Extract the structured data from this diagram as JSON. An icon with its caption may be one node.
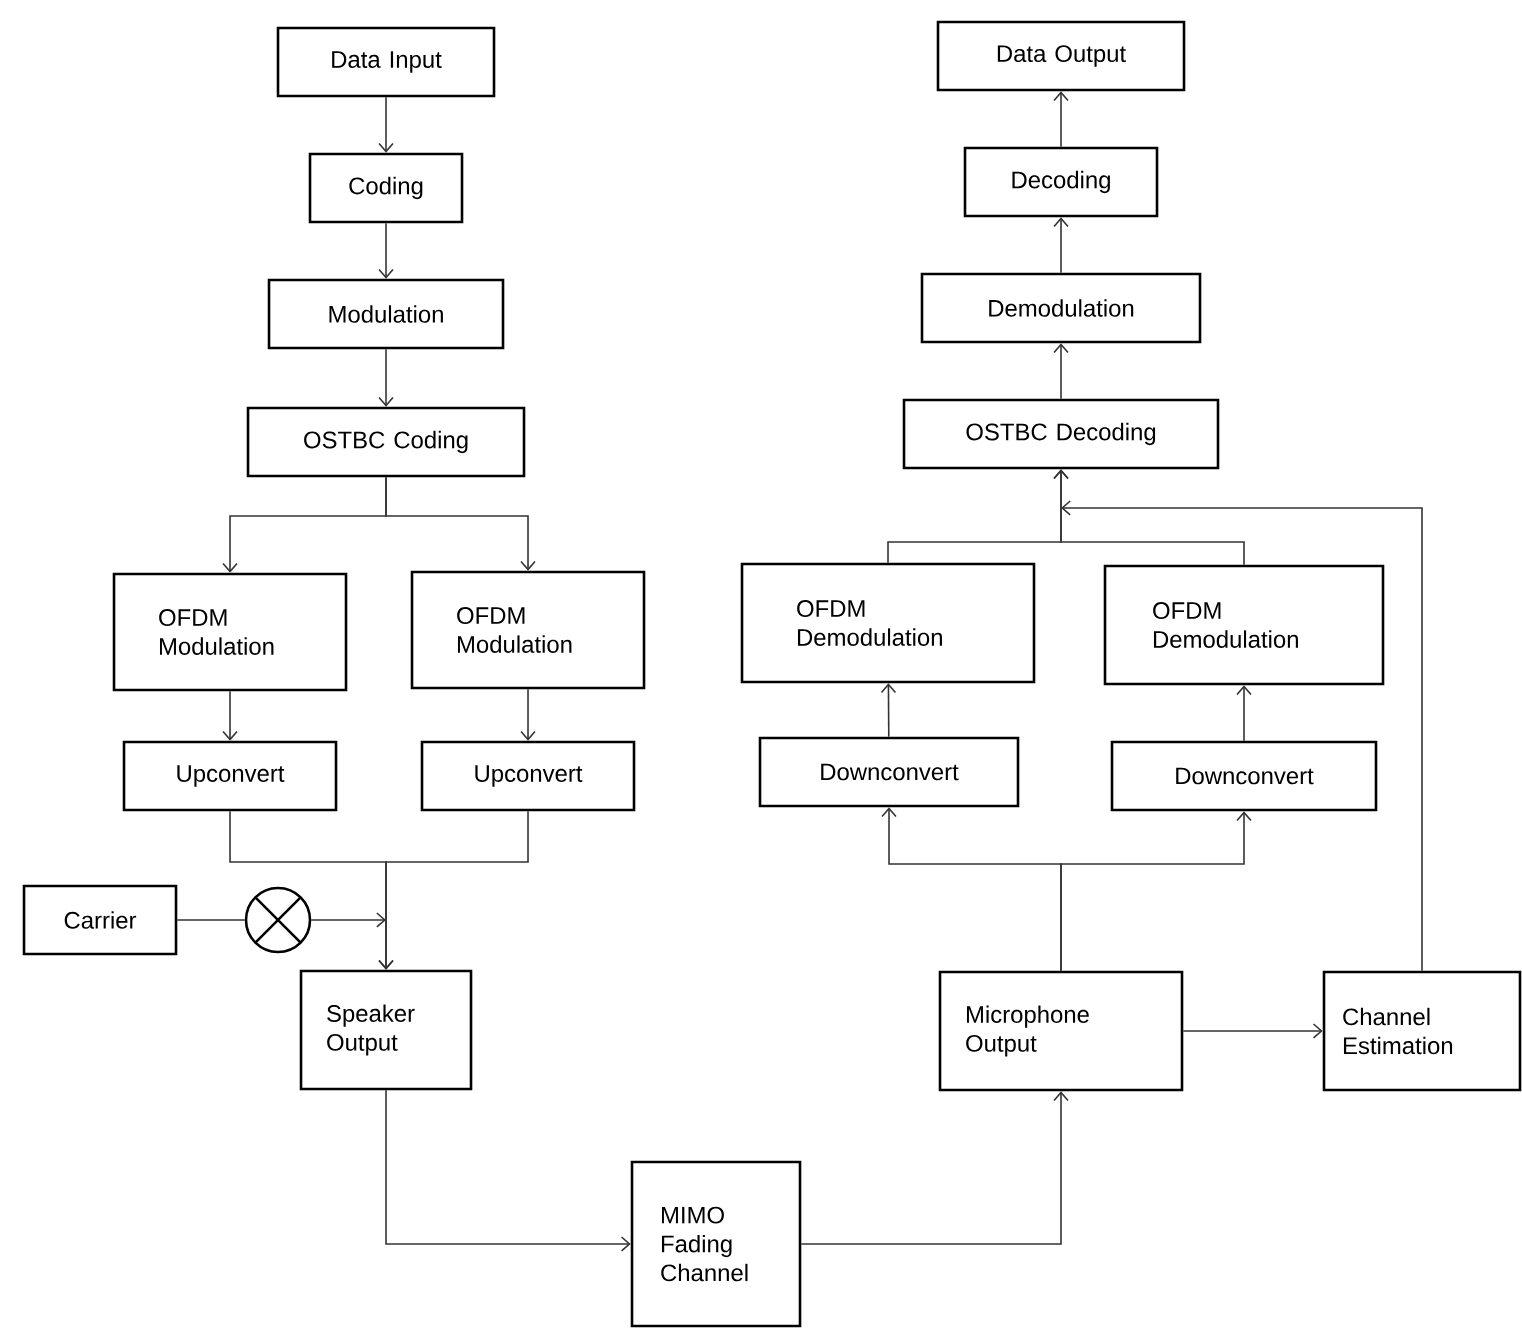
{
  "diagram": {
    "nodes": [
      {
        "text": [
          "Data Input"
        ]
      },
      {
        "text": [
          "Coding"
        ]
      },
      {
        "text": [
          "Modulation"
        ]
      },
      {
        "text": [
          "OSTBC Coding"
        ]
      },
      {
        "text": [
          "OFDM Modulation"
        ]
      },
      {
        "text": [
          "OFDM Modulation"
        ]
      },
      {
        "text": [
          "Upconvert"
        ]
      },
      {
        "text": [
          "Upconvert"
        ]
      },
      {
        "text": [
          "Carrier"
        ]
      },
      {
        "text": [],
        "shape": "circle"
      },
      {
        "text": [
          "Speaker Output"
        ]
      },
      {
        "text": [
          "MIMO Fading Channel"
        ]
      },
      {
        "text": [
          "Data Output"
        ]
      },
      {
        "text": [
          "Decoding"
        ]
      },
      {
        "text": [
          "Demodulation"
        ]
      },
      {
        "text": [
          "OSTBC Decoding"
        ]
      },
      {
        "text": [
          "OFDM Demodulation"
        ]
      },
      {
        "text": [
          "OFDM Demodulation"
        ]
      },
      {
        "text": [
          "Downconvert"
        ]
      },
      {
        "text": [
          "Downconvert"
        ]
      },
      {
        "text": [
          "Microphone Output"
        ]
      },
      {
        "text": [
          "Channel Estimation"
        ]
      }
    ],
    "edges": [
      {
        "from": 0,
        "to": 1,
        "arrow": "to"
      },
      {
        "from": 1,
        "to": 2,
        "arrow": "to"
      },
      {
        "from": 2,
        "to": 3,
        "arrow": "to"
      },
      {
        "from": 3,
        "to": 4,
        "arrow": "to"
      },
      {
        "from": 3,
        "to": 5,
        "arrow": "to"
      },
      {
        "from": 4,
        "to": 6,
        "arrow": "to"
      },
      {
        "from": 5,
        "to": 7,
        "arrow": "to"
      },
      {
        "from": 6,
        "to": 10,
        "arrow": "to"
      },
      {
        "from": 7,
        "to": 10,
        "arrow": "to"
      },
      {
        "from": 8,
        "to": 9,
        "arrow": "none"
      },
      {
        "from": 9,
        "to": 10,
        "arrow": "to"
      },
      {
        "from": 10,
        "to": 11,
        "arrow": "to"
      },
      {
        "from": 11,
        "to": 20,
        "arrow": "to"
      },
      {
        "from": 20,
        "to": 18,
        "arrow": "to"
      },
      {
        "from": 20,
        "to": 19,
        "arrow": "to"
      },
      {
        "from": 18,
        "to": 16,
        "arrow": "to"
      },
      {
        "from": 19,
        "to": 17,
        "arrow": "to"
      },
      {
        "from": 20,
        "to": 21,
        "arrow": "to"
      },
      {
        "from": 16,
        "to": 15,
        "arrow": "to"
      },
      {
        "from": 17,
        "to": 15,
        "arrow": "to"
      },
      {
        "from": 21,
        "to": 15,
        "arrow": "to"
      },
      {
        "from": 15,
        "to": 14,
        "arrow": "to"
      },
      {
        "from": 14,
        "to": 13,
        "arrow": "to"
      },
      {
        "from": 13,
        "to": 12,
        "arrow": "to"
      }
    ]
  }
}
